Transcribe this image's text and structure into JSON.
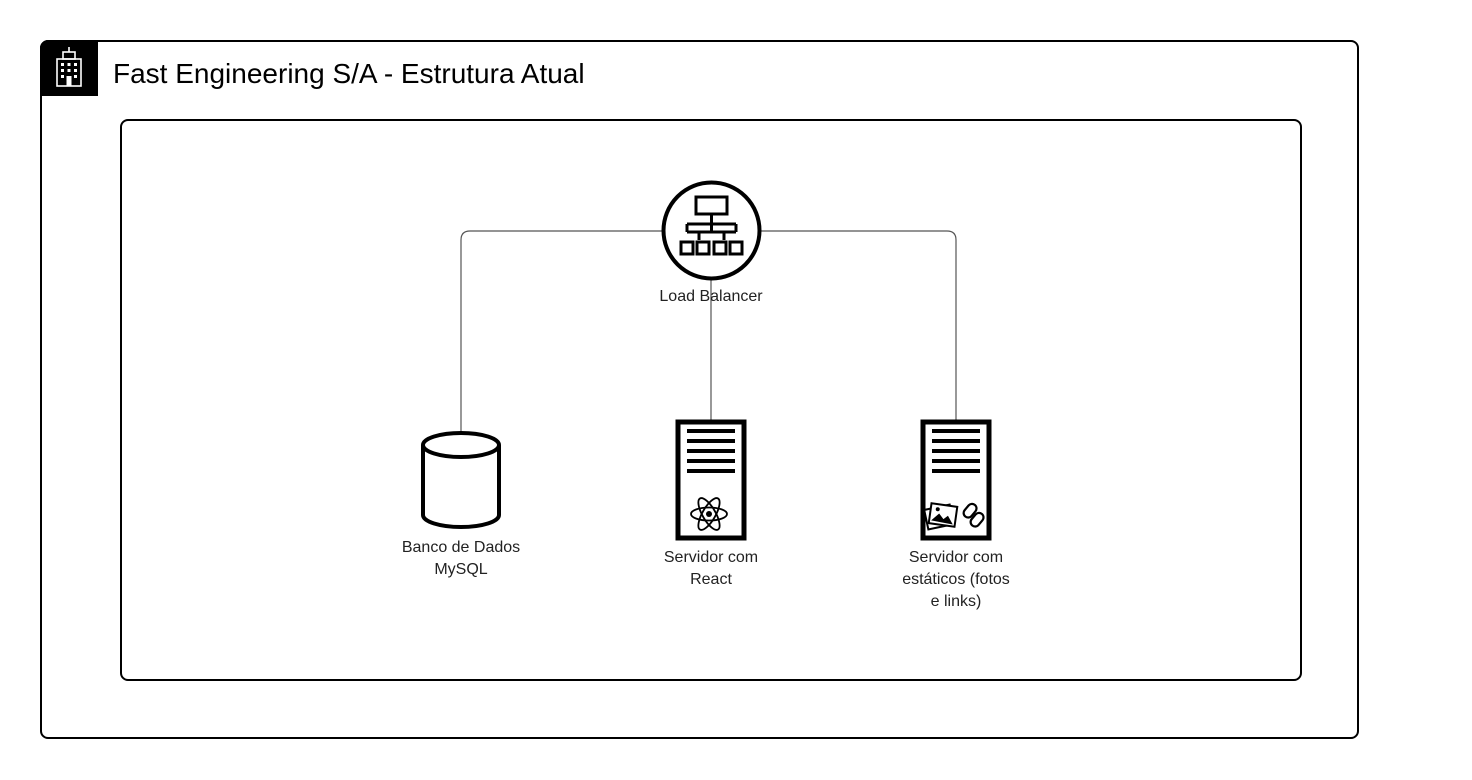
{
  "diagram": {
    "title": "Fast Engineering S/A - Estrutura Atual",
    "title_icon": "building-icon",
    "nodes": {
      "load_balancer": {
        "label": "Load Balancer",
        "icon": "network-hierarchy-icon"
      },
      "database": {
        "label": "Banco de Dados\nMySQL",
        "icon": "database-cylinder-icon"
      },
      "react_server": {
        "label": "Servidor com\nReact",
        "icon": "server-react-icon"
      },
      "static_server": {
        "label": "Servidor com\nestáticos (fotos\ne links)",
        "icon": "server-images-links-icon"
      }
    },
    "edges": [
      {
        "from": "Load Balancer",
        "to": "Banco de Dados MySQL"
      },
      {
        "from": "Load Balancer",
        "to": "Servidor com React"
      },
      {
        "from": "Load Balancer",
        "to": "Servidor com estáticos (fotos e links)"
      }
    ],
    "colors": {
      "stroke": "#000000",
      "connector": "#555555",
      "background": "#ffffff"
    }
  }
}
